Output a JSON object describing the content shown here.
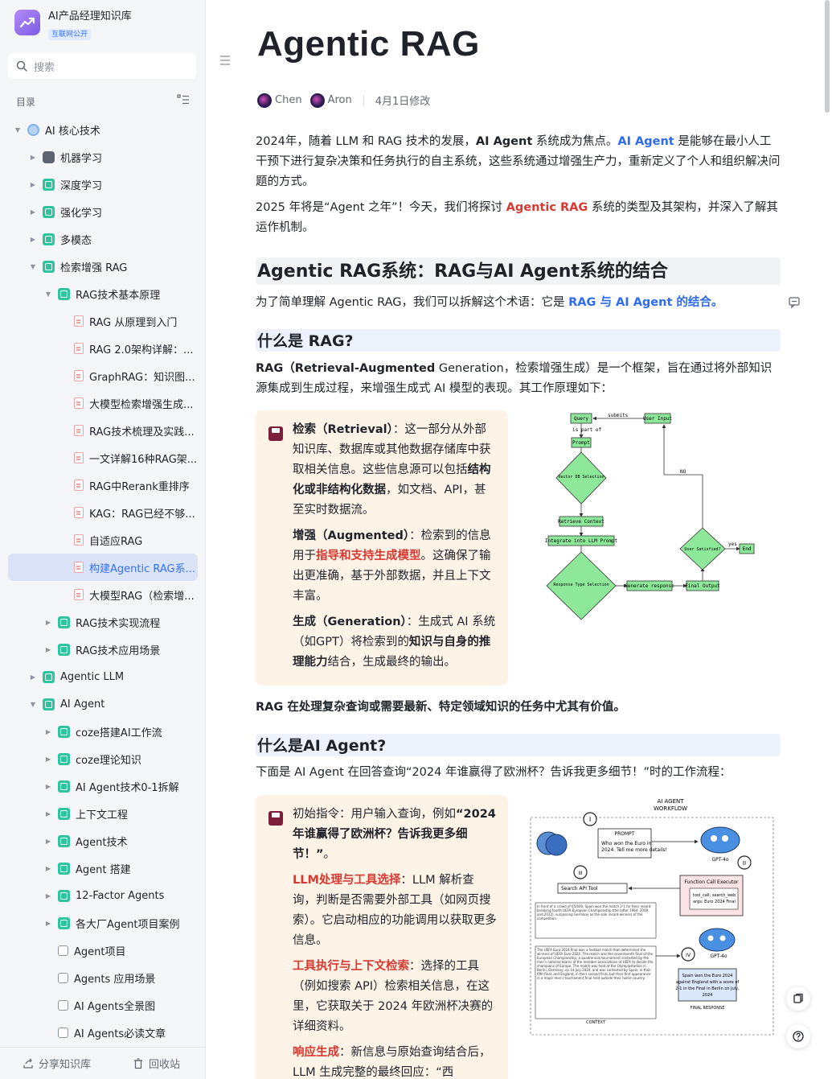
{
  "sidebar": {
    "title": "AI产品经理知识库",
    "badge": "互联网公开",
    "search_placeholder": "搜索",
    "toc_label": "目录",
    "items": [
      {
        "label": "AI 核心技术",
        "level": 0,
        "caret": "down",
        "icon": "globe-icon"
      },
      {
        "label": "机器学习",
        "level": 1,
        "caret": "right",
        "icon": "robot-icon"
      },
      {
        "label": "深度学习",
        "level": 1,
        "caret": "right",
        "icon": "sheet-icon"
      },
      {
        "label": "强化学习",
        "level": 1,
        "caret": "right",
        "icon": "sheet-icon"
      },
      {
        "label": "多模态",
        "level": 1,
        "caret": "right",
        "icon": "sheet-icon"
      },
      {
        "label": "检索增强 RAG",
        "level": 1,
        "caret": "down",
        "icon": "sheet-icon"
      },
      {
        "label": "RAG技术基本原理",
        "level": 2,
        "caret": "down",
        "icon": "sheet-icon"
      },
      {
        "label": "RAG 从原理到入门",
        "level": 3,
        "caret": "",
        "icon": "doc-icon"
      },
      {
        "label": "RAG 2.0架构详解：...",
        "level": 3,
        "caret": "",
        "icon": "doc-icon"
      },
      {
        "label": "GraphRAG：知识图...",
        "level": 3,
        "caret": "",
        "icon": "doc-icon"
      },
      {
        "label": "大模型检索增强生成...",
        "level": 3,
        "caret": "",
        "icon": "doc-icon"
      },
      {
        "label": "RAG技术梳理及实践...",
        "level": 3,
        "caret": "",
        "icon": "doc-icon"
      },
      {
        "label": "一文详解16种RAG架...",
        "level": 3,
        "caret": "",
        "icon": "doc-icon"
      },
      {
        "label": "RAG中Rerank重排序",
        "level": 3,
        "caret": "",
        "icon": "doc-icon"
      },
      {
        "label": "KAG：RAG已经不够...",
        "level": 3,
        "caret": "",
        "icon": "doc-icon"
      },
      {
        "label": "自适应RAG",
        "level": 3,
        "caret": "",
        "icon": "doc-icon"
      },
      {
        "label": "构建Agentic RAG系...",
        "level": 3,
        "caret": "",
        "icon": "doc-icon",
        "active": true
      },
      {
        "label": "大模型RAG（检索增...",
        "level": 3,
        "caret": "",
        "icon": "doc-icon"
      },
      {
        "label": "RAG技术实现流程",
        "level": 2,
        "caret": "right",
        "icon": "sheet-icon"
      },
      {
        "label": "RAG技术应用场景",
        "level": 2,
        "caret": "right",
        "icon": "sheet-icon"
      },
      {
        "label": "Agentic LLM",
        "level": 1,
        "caret": "right",
        "icon": "sheet-icon"
      },
      {
        "label": "AI Agent",
        "level": 1,
        "caret": "down",
        "icon": "sheet-icon"
      },
      {
        "label": "coze搭建AI工作流",
        "level": 2,
        "caret": "right",
        "icon": "sheet-icon"
      },
      {
        "label": "coze理论知识",
        "level": 2,
        "caret": "right",
        "icon": "sheet-icon"
      },
      {
        "label": "AI Agent技术0-1拆解",
        "level": 2,
        "caret": "right",
        "icon": "sheet-icon"
      },
      {
        "label": "上下文工程",
        "level": 2,
        "caret": "right",
        "icon": "sheet-icon"
      },
      {
        "label": "Agent技术",
        "level": 2,
        "caret": "right",
        "icon": "sheet-icon"
      },
      {
        "label": "Agent 搭建",
        "level": 2,
        "caret": "right",
        "icon": "sheet-icon"
      },
      {
        "label": "12-Factor Agents",
        "level": 2,
        "caret": "right",
        "icon": "sheet-icon"
      },
      {
        "label": "各大厂Agent项目案例",
        "level": 2,
        "caret": "right",
        "icon": "sheet-icon"
      },
      {
        "label": "Agent项目",
        "level": 2,
        "caret": "",
        "icon": "box-icon"
      },
      {
        "label": "Agents 应用场景",
        "level": 2,
        "caret": "",
        "icon": "box-icon"
      },
      {
        "label": "AI Agents全景图",
        "level": 2,
        "caret": "",
        "icon": "box-icon"
      },
      {
        "label": "AI Agents必读文章",
        "level": 2,
        "caret": "",
        "icon": "box-icon"
      }
    ],
    "footer": {
      "share": "分享知识库",
      "trash": "回收站"
    }
  },
  "doc": {
    "title": "Agentic RAG",
    "authors": [
      "Chen",
      "Aron"
    ],
    "modified": "4月1日修改",
    "p1": {
      "a": "2024年，随着 LLM 和 RAG 技术的发展，",
      "b": "AI Agent",
      "c": " 系统成为焦点。",
      "d": "AI Agent",
      "e": " 是能够在最小人工干预下进行复杂决策和任务执行的自主系统，这些系统通过增强生产力，重新定义了个人和组织解决问题的方式。"
    },
    "p2": {
      "a": "2025 年将是“Agent 之年”！今天，我们将探讨 ",
      "b": "Agentic RAG",
      "c": " 系统的类型及其架构，并深入了解其运作机制。"
    },
    "h2": "Agentic RAG系统：RAG与AI Agent系统的结合",
    "p3": {
      "a": "为了简单理解 Agentic RAG，我们可以拆解这个术语：它是 ",
      "b": "RAG 与 AI Agent 的结合。"
    },
    "h3a": "什么是 RAG?",
    "p4": {
      "a": "RAG（Retrieval-Augmented",
      "b": " Generation，检索增强生成）是一个框架，旨在通过将外部知识源集成到生成过程，来增强生成式 AI 模型的表现。其工作原理如下："
    },
    "callout1": {
      "r1a": "检索（Retrieval）",
      "r1b": "：这一部分从外部知识库、数据库或其他数据存储库中获取相关信息。这些信息源可以包括",
      "r1c": "结构化或非结构化数据",
      "r1d": "，如文档、API，甚至实时数据流。",
      "r2a": "增强（Augmented）",
      "r2b": "：检索到的信息用于",
      "r2c": "指导和支持生成模型",
      "r2d": "。这确保了输出更准确，基于外部数据，并且上下文丰富。",
      "r3a": "生成（Generation）",
      "r3b": "：生成式 AI 系统（如GPT）将检索到的",
      "r3c": "知识与自身的推理能力",
      "r3d": "结合，生成最终的输出。"
    },
    "p5": "RAG 在处理复杂查询或需要最新、特定领域知识的任务中尤其有价值。",
    "h3b": "什么是AI Agent?",
    "p6": "下面是 AI Agent 在回答查询“2024 年谁赢得了欧洲杯？告诉我更多细节！”时的工作流程：",
    "callout2": {
      "s1a": "初始指令：用户输入查询，例如",
      "s1b": "“2024 年谁赢得了欧洲杯？告诉我更多细节！”",
      "s1c": "。",
      "s2a": "LLM处理与工具选择",
      "s2b": "：LLM 解析查询，判断是否需要外部工具（如网页搜索）。它启动相应的功能调用以获取更多信息。",
      "s3a": "工具执行与上下文检索",
      "s3b": "：选择的工具（例如搜索 API）检索相关信息，在这里，它获取关于 2024 年欧洲杯决赛的详细资料。",
      "s4a": "响应生成",
      "s4b": "：新信息与原始查询结合后，LLM 生成完整的最终回应：“西"
    }
  },
  "flowchart": {
    "query": "Query",
    "submits": "submits",
    "user_input": "User Input",
    "is_part_of": "is part of",
    "prompt": "Prompt",
    "vector_db": "Vector DB Selection",
    "retrieve": "Retrieve Context",
    "integrate": "Integrate into LLM Prompt",
    "response_type": "Response Type Selection",
    "generate": "Generate response",
    "final_output": "Final Output",
    "user_satisfied": "User Satisfied?",
    "no": "NO",
    "yes": "yes",
    "end": "End"
  },
  "workflow": {
    "title1": "AI AGENT",
    "title2": "WORKFLOW",
    "step1": "I",
    "step2": "II",
    "step3": "III",
    "step4": "IV",
    "prompt_label": "PROMPT",
    "prompt_text1": "Who won the Euro in",
    "prompt_text2": "2024. Tell me more details!",
    "gpt": "GPT-4o",
    "gpt2": "GPT-4o",
    "search_tool": "Search API Tool",
    "fn_title": "Function Call Executor",
    "fn_code1": "tool_call: search_web",
    "fn_code2": "args: Euro 2024 Final",
    "ctx1": "In front of a crowd of 65,600, Spain won the match 2-1 for their record-breaking fourth UEFA European Championship title (after 1964, 2008 and 2012), surpassing Germany as the sole record-winners of the competition.",
    "ctx2": "The UEFA Euro 2024 final was a football match that determined the winners of UEFA Euro 2024. The match was the seventeenth final of the European Championship, a quadrennial tournament contested by the men's national teams of the member associations of UEFA to decide the champions of Europe. The match was held at the Olympiastadion in Berlin, Germany, on 14 July 2024, and was contested by Spain, in their fifth final, and England, in their second final, but their first appearance in a major men's tournament final held outside their home country.",
    "context": "CONTEXT",
    "answer1": "Spain won the Euro 2024",
    "answer2": "against England with a score of",
    "answer3": "2-1 in the Final in Berlin on July,",
    "answer4": "2024",
    "final_response": "FINAL RESPONSE"
  }
}
